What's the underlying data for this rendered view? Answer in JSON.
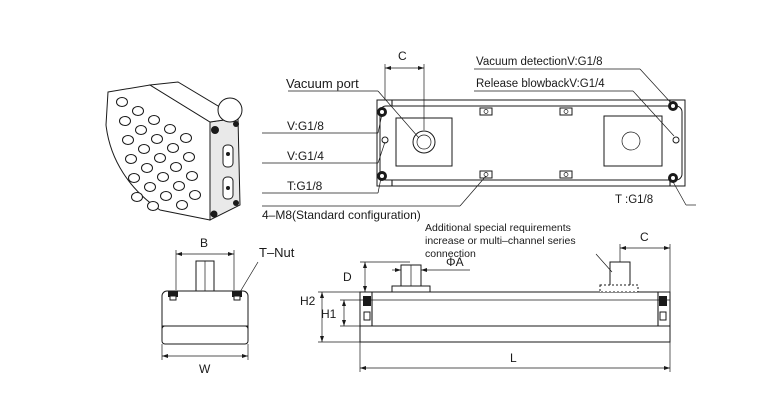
{
  "labels": {
    "dim_c_top": "C",
    "vacuum_port": "Vacuum port",
    "vacuum_detection": "Vacuum detectionV:G1/8",
    "release_blowback": "Release blowbackV:G1/4",
    "v_g18": "V:G1/8",
    "v_g14": "V:G1/4",
    "t_g18_left": "T:G1/8",
    "m8": "4–M8(Standard configuration)",
    "t_g18_right": "T :G1/8",
    "dim_b": "B",
    "t_nut": "T–Nut",
    "dim_w": "W",
    "special_line1": "Additional special requirements",
    "special_line2": "increase or multi–channel series",
    "special_line3": "connection",
    "dim_c_side": "C",
    "dim_d": "D",
    "dim_phi_a": "ΦA",
    "dim_h2": "H2",
    "dim_h1": "H1",
    "dim_l": "L"
  },
  "icons": {
    "iso_view": "suction-cup-isometric-drawing"
  }
}
